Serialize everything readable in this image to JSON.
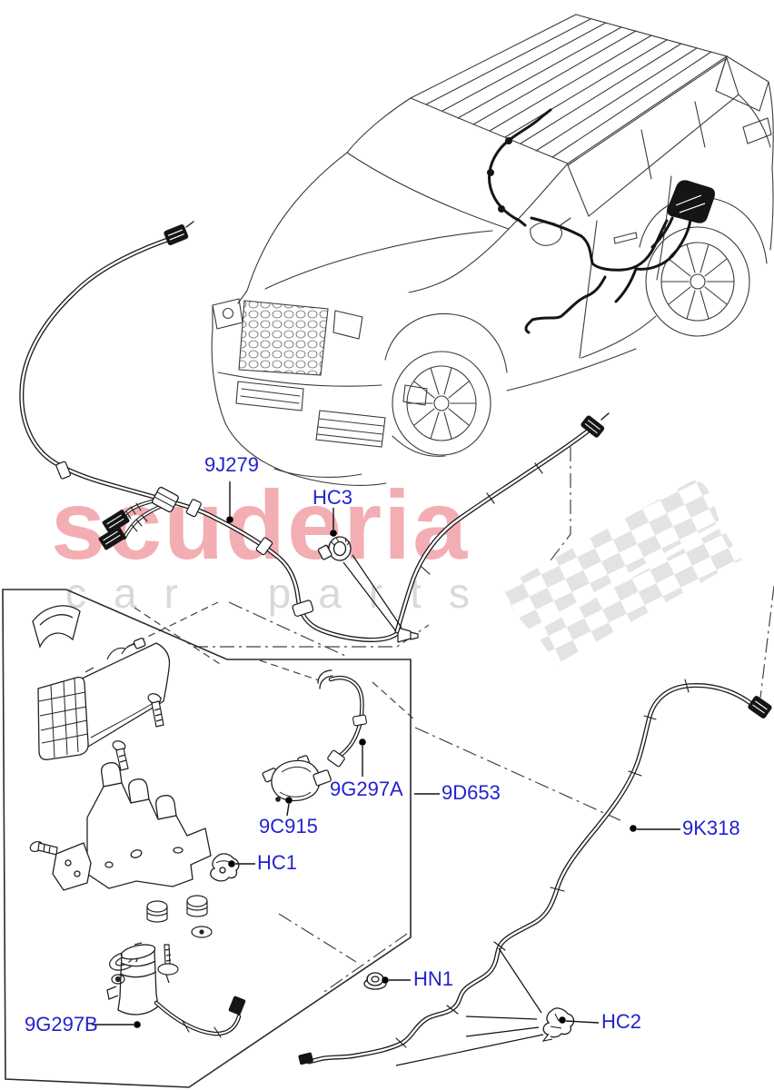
{
  "watermark": {
    "brand": "scuderia",
    "tagline": "car parts",
    "brand_color": "#f3aeb3",
    "tagline_color": "#d9d9d9"
  },
  "labels": {
    "color": "#2222cf",
    "items": [
      {
        "code": "9J279"
      },
      {
        "code": "HC3"
      },
      {
        "code": "9G297A"
      },
      {
        "code": "9D653"
      },
      {
        "code": "9C915"
      },
      {
        "code": "HC1"
      },
      {
        "code": "9G297B"
      },
      {
        "code": "HN1"
      },
      {
        "code": "HC2"
      },
      {
        "code": "9K318"
      }
    ]
  },
  "artwork": {
    "vehicle": "range-rover-line-art",
    "flag": "checkered-flag-graphic",
    "inset_box": "component-detail-box",
    "line_colors": {
      "drawing": "#3a3a3a",
      "harness": "#151515",
      "leader": "#111111"
    }
  }
}
